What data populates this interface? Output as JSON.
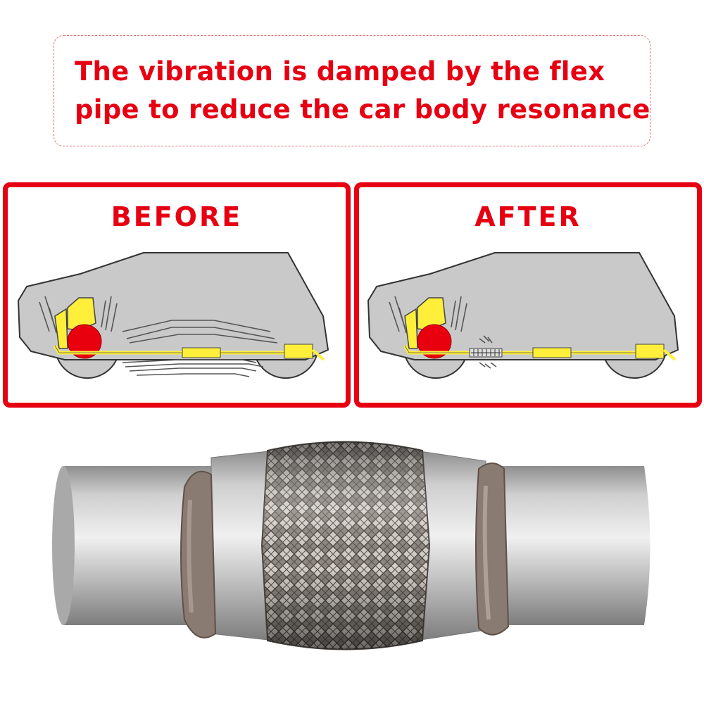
{
  "headline": {
    "line1": "The vibration is damped by the flex",
    "line2": "pipe to reduce the car body resonance"
  },
  "panels": {
    "before": {
      "title": "BEFORE"
    },
    "after": {
      "title": "AFTER"
    }
  },
  "colors": {
    "accent_red": "#e60012",
    "car_body": "#c9c9c9",
    "exhaust_yellow": "#ffef3a",
    "engine_red": "#e8000f"
  }
}
